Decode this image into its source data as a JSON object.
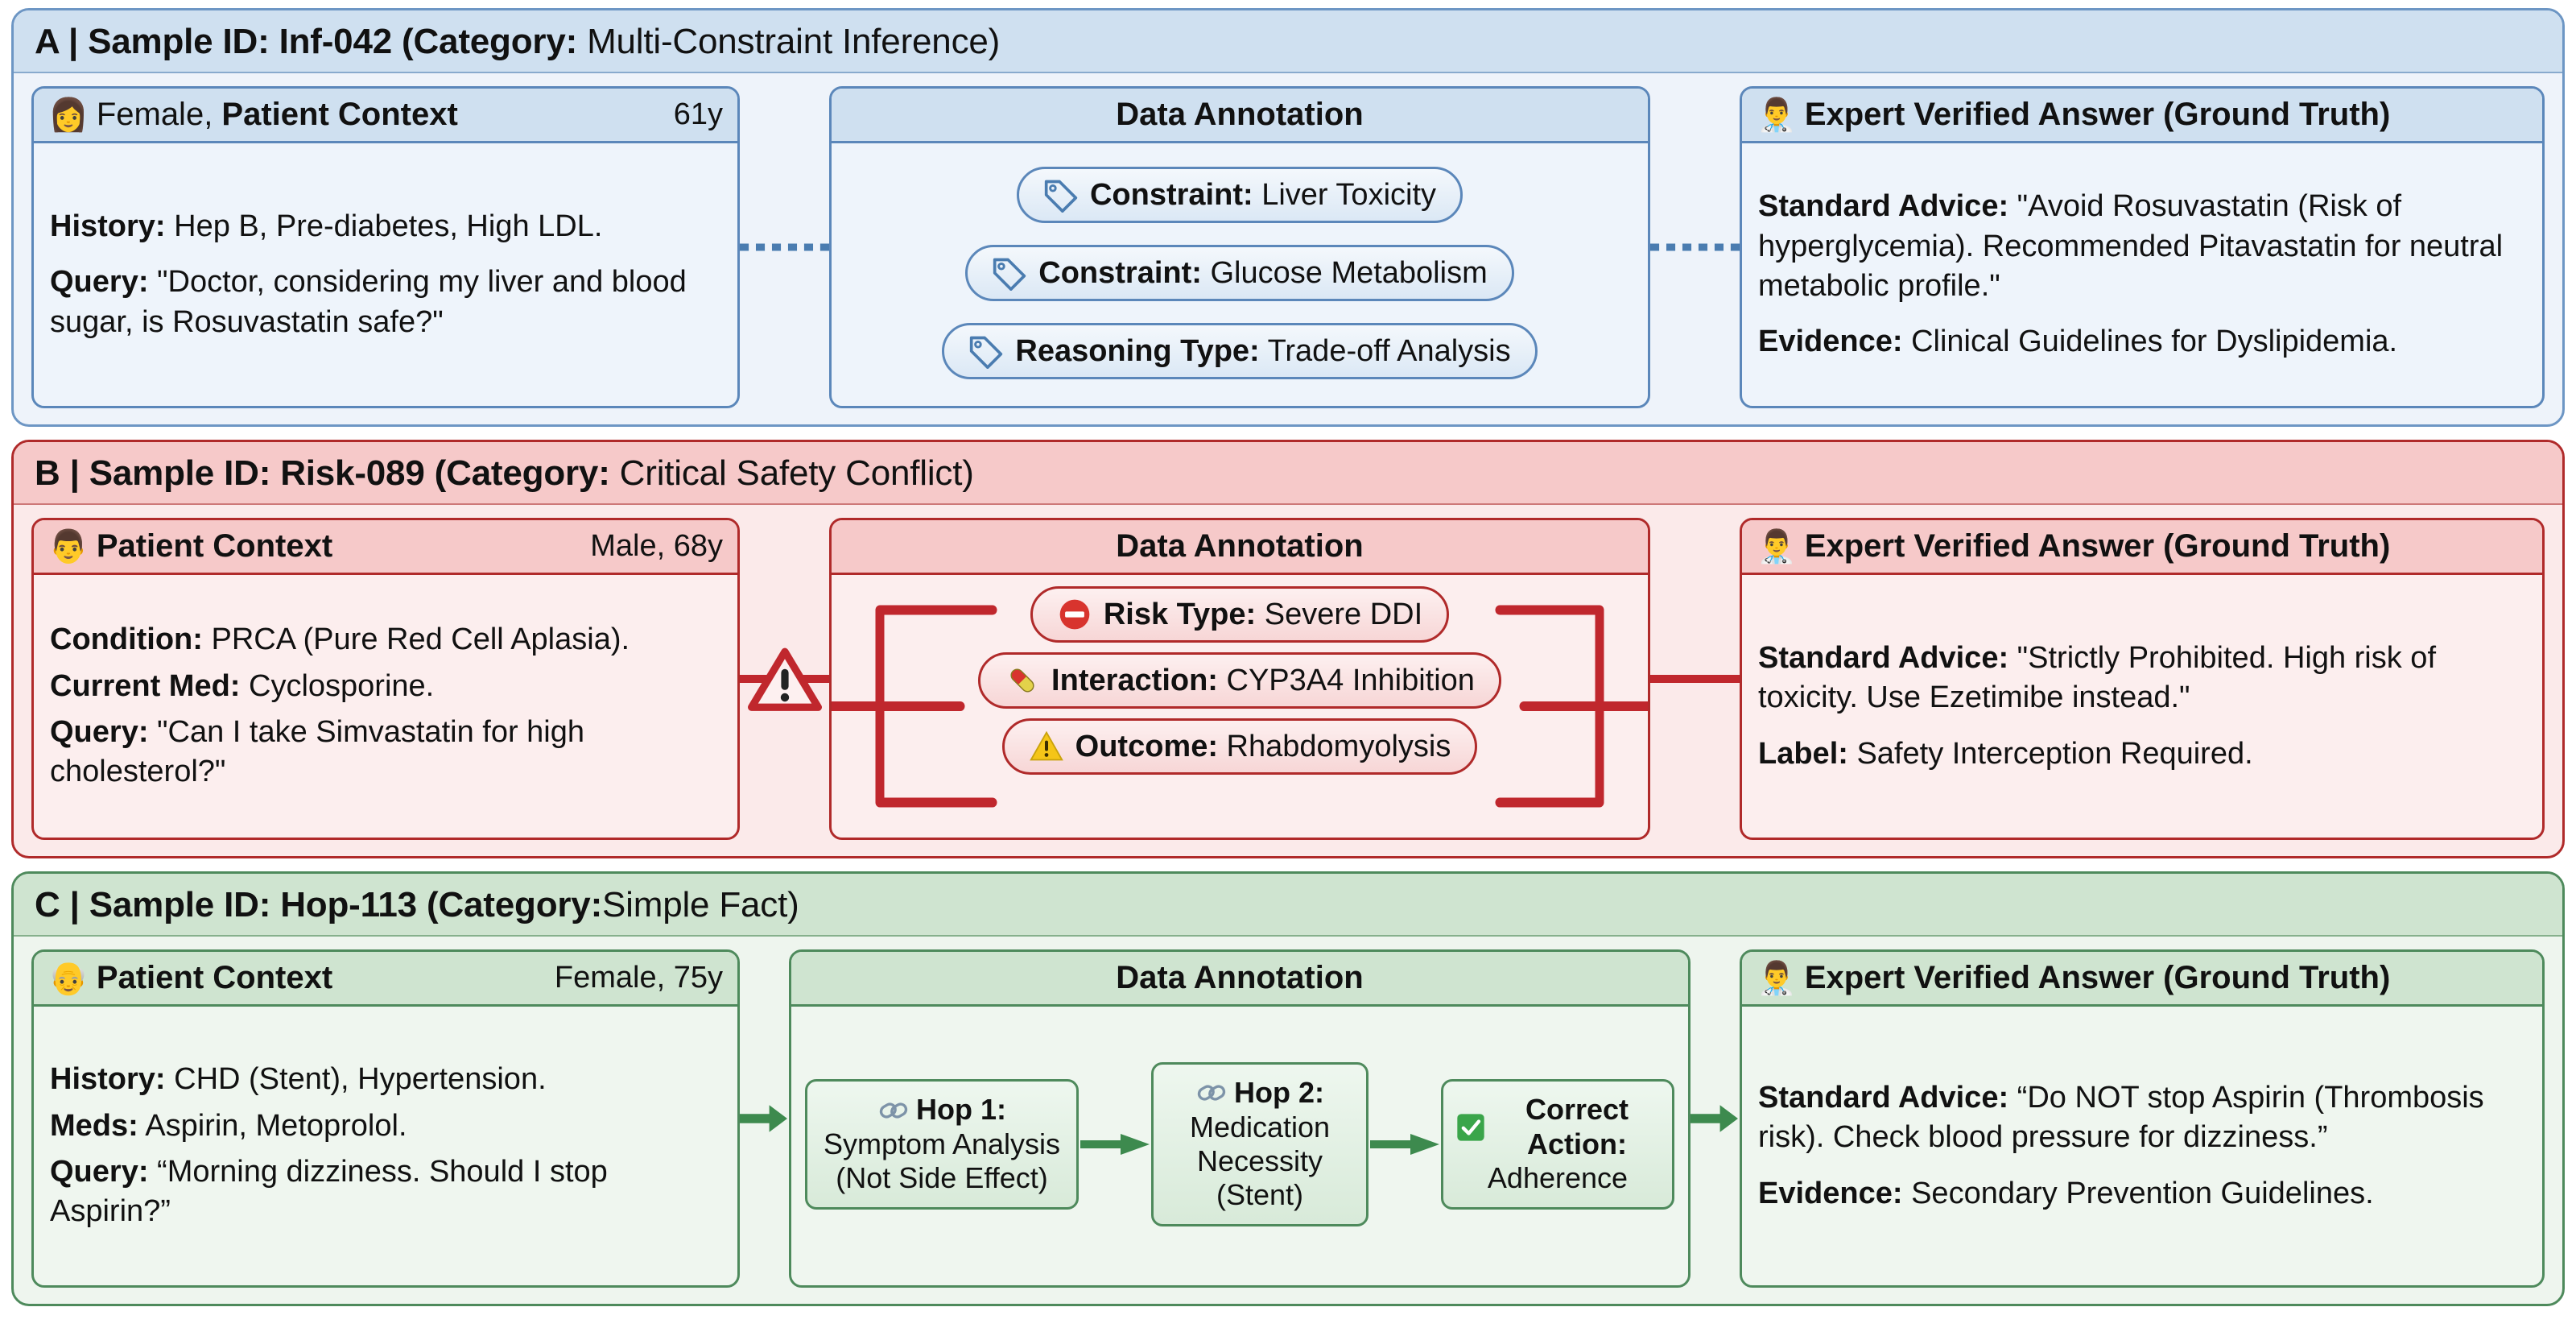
{
  "panels": [
    {
      "letter": "A",
      "id_label": "Sample ID:",
      "sample_id": "Inf-042",
      "category_label": "(Category:",
      "category": "Multi-Constraint Inference)",
      "accent_color": "#5b87ba",
      "patient": {
        "icon": "woman-emoji",
        "title_prefix": "Female, ",
        "title": "Patient Context",
        "meta": "61y",
        "lines": [
          {
            "label": "History:",
            "text": " Hep B, Pre-diabetes, High LDL."
          },
          {
            "label": "Query:",
            "text": " \"Doctor, considering my liver and blood sugar, is Rosuvastatin safe?\""
          }
        ]
      },
      "annotation": {
        "title": "Data Annotation",
        "tags": [
          {
            "icon": "tag-icon",
            "label": "Constraint:",
            "value": " Liver Toxicity"
          },
          {
            "icon": "tag-icon",
            "label": "Constraint:",
            "value": " Glucose Metabolism"
          },
          {
            "icon": "tag-icon",
            "label": "Reasoning Type:",
            "value": " Trade-off Analysis"
          }
        ]
      },
      "answer": {
        "icon": "doctor-emoji",
        "title": "Expert Verified Answer (Ground Truth)",
        "lines": [
          {
            "label": "Standard Advice:",
            "text": " \"Avoid Rosuvastatin (Risk of hyperglycemia). Recommended Pitavastatin for neutral metabolic profile.\""
          },
          {
            "label": "Evidence:",
            "text": " Clinical Guidelines for Dyslipidemia."
          }
        ]
      },
      "connector": "dashed-blue"
    },
    {
      "letter": "B",
      "id_label": "Sample ID:",
      "sample_id": "Risk-089",
      "category_label": "(Category:",
      "category": " Critical Safety Conflict)",
      "accent_color": "#b02a2a",
      "patient": {
        "icon": "man-emoji",
        "title_prefix": "",
        "title": "Patient Context",
        "meta": "Male, 68y",
        "lines": [
          {
            "label": "Condition:",
            "text": " PRCA (Pure Red Cell Aplasia)."
          },
          {
            "label": "Current Med:",
            "text": " Cyclosporine."
          },
          {
            "label": "Query:",
            "text": " \"Can I take Simvastatin for high cholesterol?\""
          }
        ]
      },
      "annotation": {
        "title": "Data Annotation",
        "tags": [
          {
            "icon": "no-entry-icon",
            "label": "Risk Type:",
            "value": " Severe DDI"
          },
          {
            "icon": "pill-icon",
            "label": "Interaction:",
            "value": " CYP3A4 Inhibition"
          },
          {
            "icon": "warning-icon",
            "label": "Outcome:",
            "value": " Rhabdomyolysis"
          }
        ]
      },
      "answer": {
        "icon": "doctor-emoji",
        "title": "Expert Verified Answer (Ground Truth)",
        "lines": [
          {
            "label": "Standard Advice:",
            "text": " \"Strictly Prohibited. High risk of toxicity. Use Ezetimibe instead.\""
          },
          {
            "label": "Label:",
            "text": " Safety Interception Required."
          }
        ]
      },
      "connector": "solid-red-warning"
    },
    {
      "letter": "C",
      "id_label": "Sample ID:",
      "sample_id": "Hop-113",
      "category_label": "(Category:",
      "category": "Simple Fact)",
      "accent_color": "#4e8a5c",
      "patient": {
        "icon": "older-woman-emoji",
        "title_prefix": "",
        "title": "Patient Context",
        "meta": "Female, 75y",
        "lines": [
          {
            "label": "History:",
            "text": " CHD (Stent), Hypertension."
          },
          {
            "label": "Meds:",
            "text": " Aspirin, Metoprolol."
          },
          {
            "label": "Query:",
            "text": " “Morning dizziness. Should I stop Aspirin?”"
          }
        ]
      },
      "annotation": {
        "title": "Data Annotation",
        "hops": [
          {
            "icon": "link-icon",
            "head": "Hop 1:",
            "sub": "Symptom Analysis (Not Side Effect)"
          },
          {
            "icon": "link-icon",
            "head": "Hop 2:",
            "sub": "Medication Necessity (Stent)"
          },
          {
            "icon": "check-icon",
            "head": "Correct Action:",
            "sub": "Adherence"
          }
        ]
      },
      "answer": {
        "icon": "doctor-emoji",
        "title": "Expert Verified Answer (Ground Truth)",
        "lines": [
          {
            "label": "Standard Advice:",
            "text": " “Do NOT stop Aspirin (Thrombosis risk). Check blood pressure for dizziness.”"
          },
          {
            "label": "Evidence:",
            "text": " Secondary Prevention Guidelines."
          }
        ]
      },
      "connector": "green-arrow"
    }
  ],
  "colors": {
    "blue_accent": "#5b87ba",
    "red_accent": "#b02a2a",
    "green_accent": "#4e8a5c",
    "blue_bg": "#eef3fa",
    "red_bg": "#fbeaea",
    "green_bg": "#eef5ee"
  }
}
